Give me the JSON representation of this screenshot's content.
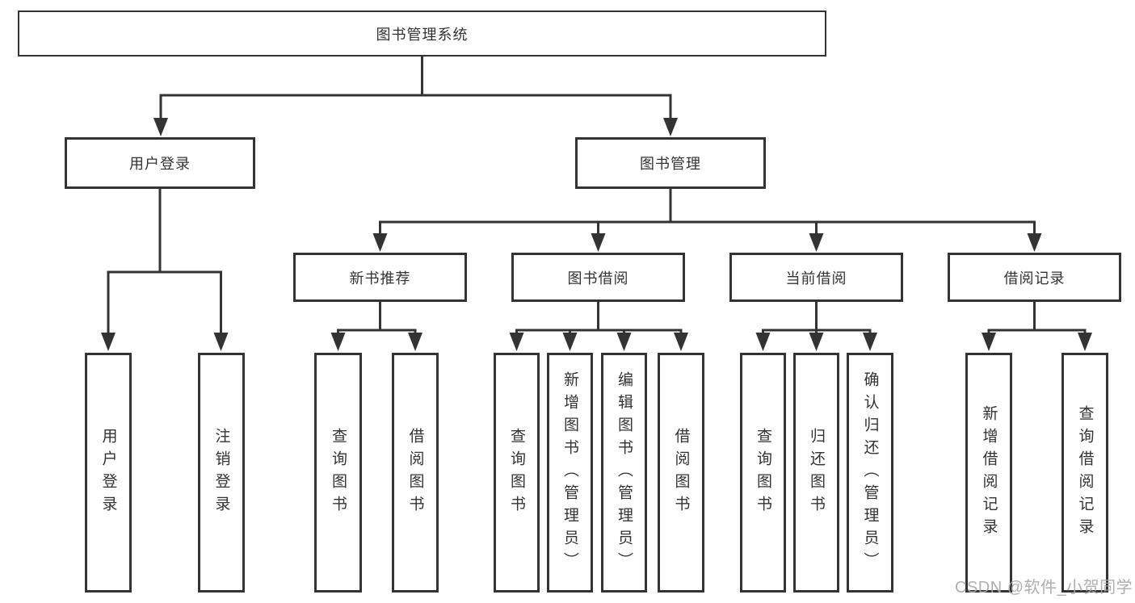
{
  "diagram": {
    "root": {
      "label": "图书管理系统"
    },
    "level2": [
      {
        "label": "用户登录"
      },
      {
        "label": "图书管理"
      }
    ],
    "level3": [
      {
        "label": "新书推荐"
      },
      {
        "label": "图书借阅"
      },
      {
        "label": "当前借阅"
      },
      {
        "label": "借阅记录"
      }
    ],
    "leaves": {
      "user_login": [
        {
          "label": "用户登录"
        },
        {
          "label": "注销登录"
        }
      ],
      "new_books": [
        {
          "label": "查询图书"
        },
        {
          "label": "借阅图书"
        }
      ],
      "borrowing": [
        {
          "label": "查询图书"
        },
        {
          "label": "新增图书（管理员）"
        },
        {
          "label": "编辑图书（管理员）"
        },
        {
          "label": "借阅图书"
        }
      ],
      "current": [
        {
          "label": "查询图书"
        },
        {
          "label": "归还图书"
        },
        {
          "label": "确认归还（管理员）"
        }
      ],
      "records": [
        {
          "label": "新增借阅记录"
        },
        {
          "label": "查询借阅记录"
        }
      ]
    }
  },
  "watermark": {
    "text": "CSDN @软件_小贺同学"
  },
  "colors": {
    "line": "#333333",
    "node_border": "#333333",
    "node_text": "#333333",
    "background": "#ffffff",
    "watermark": "#a8a8a8"
  }
}
